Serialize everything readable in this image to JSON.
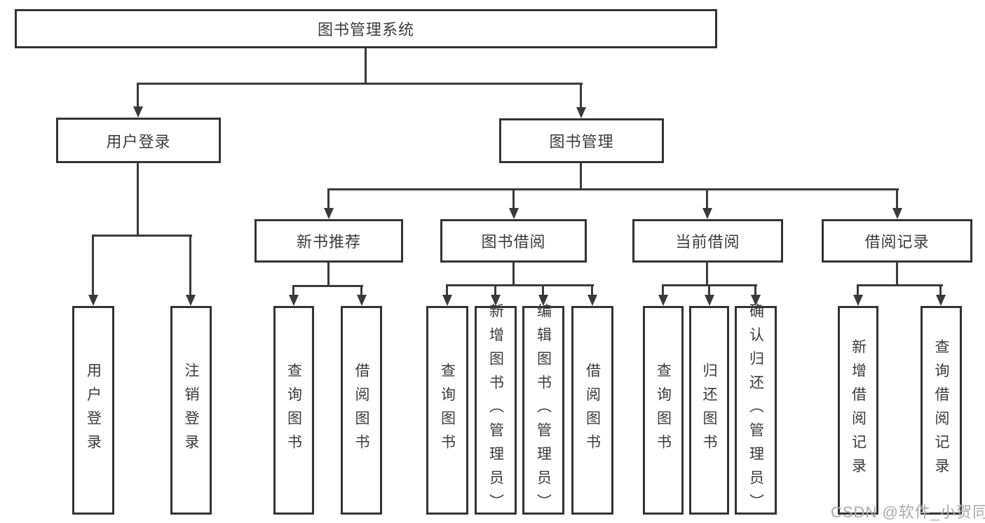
{
  "page": {
    "watermark": "CSDN @软件_小贺同学"
  },
  "colors": {
    "line": "#3a3a3a",
    "box_border": "#333333",
    "text": "#3b3b3b",
    "watermark": "#a9a9a9",
    "background": "#ffffff"
  },
  "tree": {
    "root": {
      "label": "图书管理系统"
    },
    "user_login": {
      "label": "用户登录",
      "leaves": [
        "用户登录",
        "注销登录"
      ]
    },
    "book_mgmt": {
      "label": "图书管理"
    },
    "new_books": {
      "label": "新书推荐",
      "leaves": [
        "查询图书",
        "借阅图书"
      ]
    },
    "book_borrow": {
      "label": "图书借阅",
      "leaves": [
        "查询图书",
        "新增图书（管理员）",
        "编辑图书（管理员）",
        "借阅图书"
      ]
    },
    "current_borrow": {
      "label": "当前借阅",
      "leaves": [
        "查询图书",
        "归还图书",
        "确认归还（管理员）"
      ]
    },
    "borrow_records": {
      "label": "借阅记录",
      "leaves": [
        "新增借阅记录",
        "查询借阅记录"
      ]
    }
  }
}
